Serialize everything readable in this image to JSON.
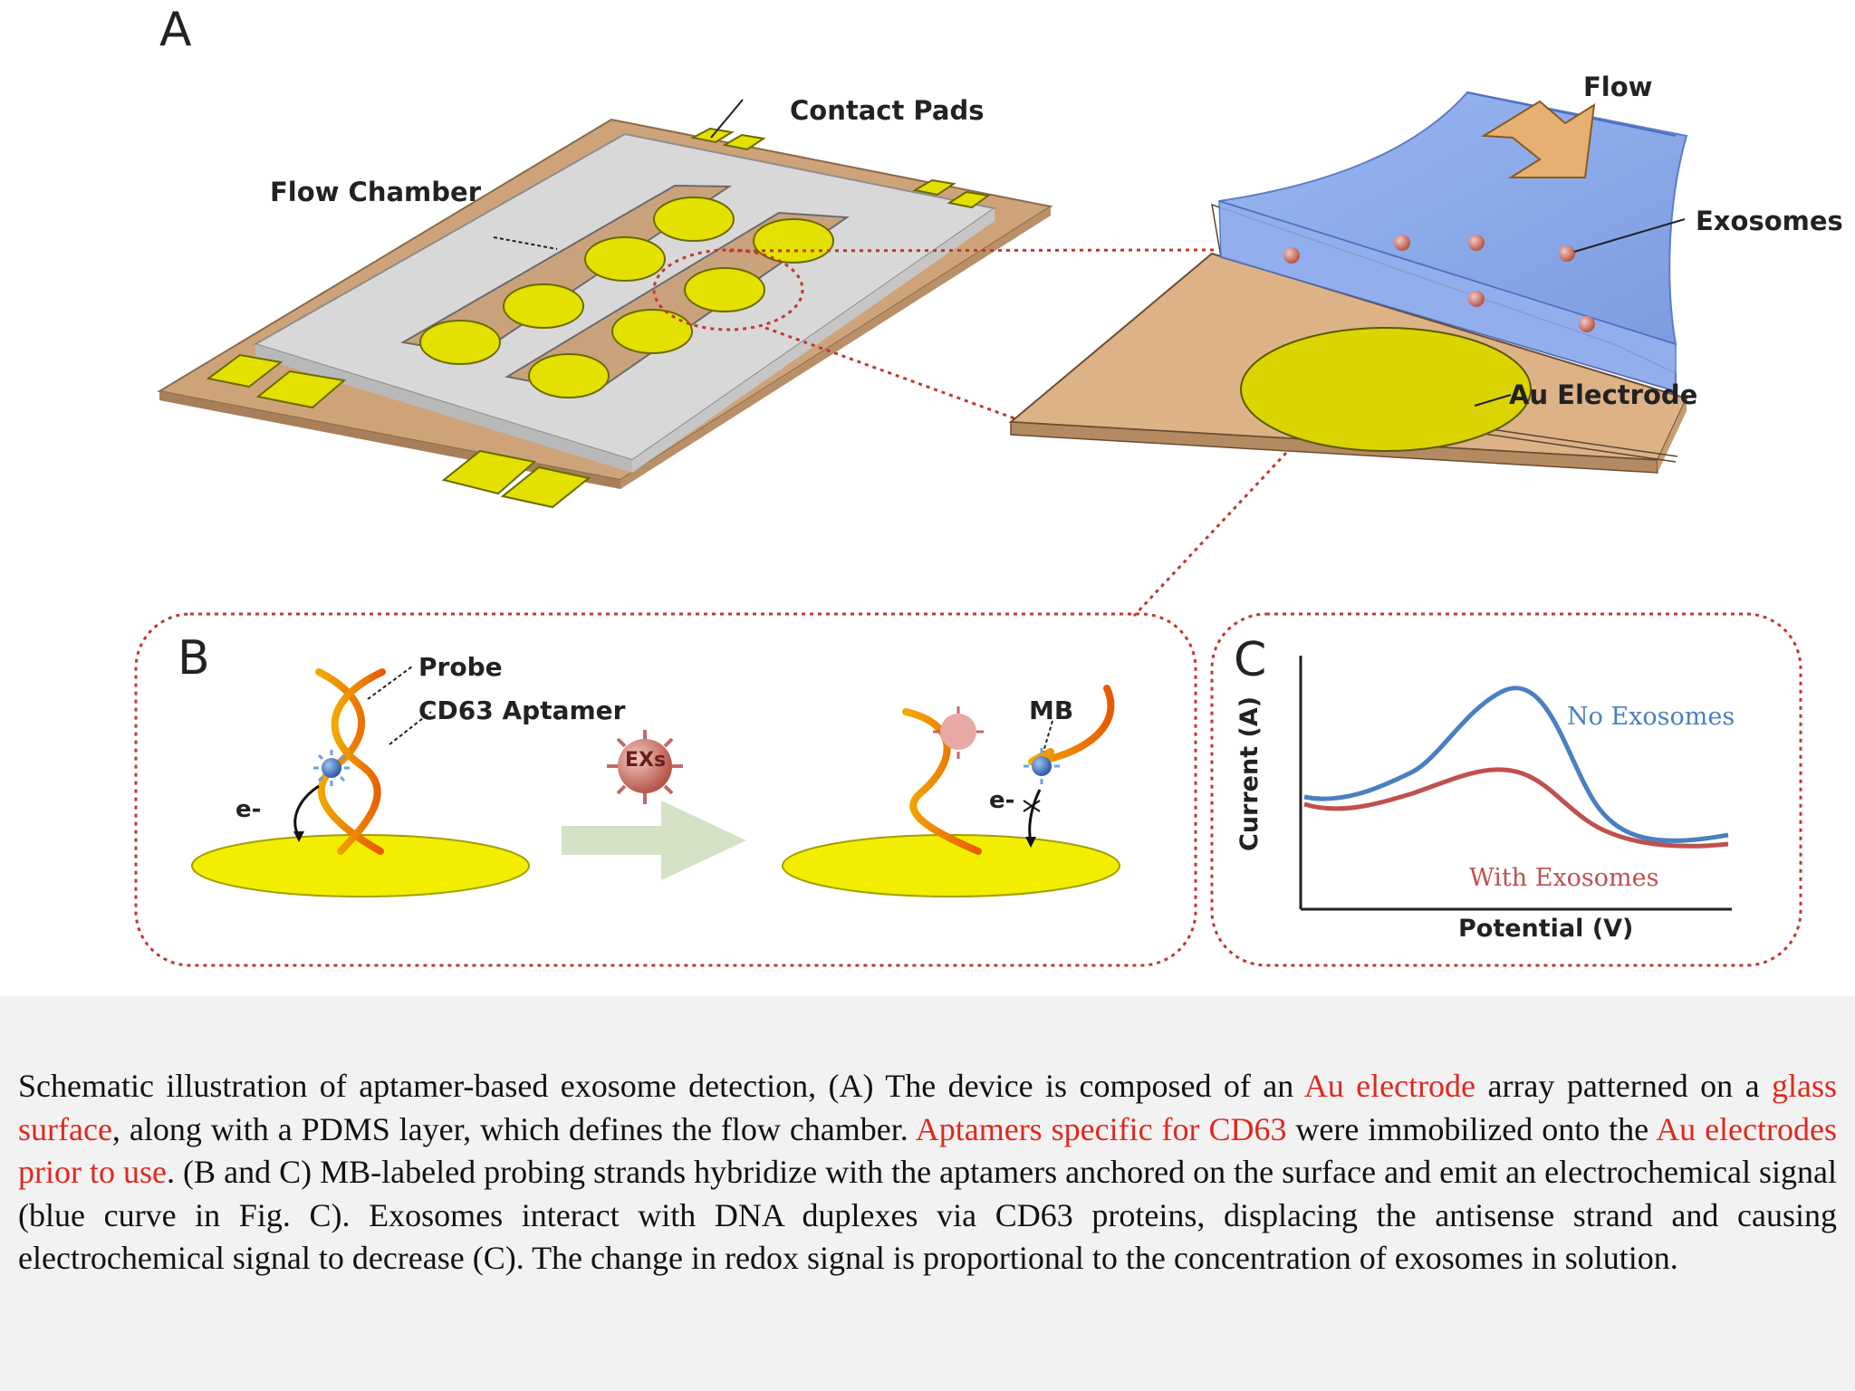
{
  "panels": {
    "a": {
      "letter": "A",
      "labels": {
        "contact_pads": "Contact Pads",
        "flow_chamber": "Flow Chamber",
        "flow": "Flow",
        "exosomes": "Exosomes",
        "au_electrode": "Au Electrode"
      }
    },
    "b": {
      "letter": "B",
      "labels": {
        "probe": "Probe",
        "cd63_aptamer": "CD63 Aptamer",
        "exs": "EXs",
        "mb": "MB",
        "electron_left": "e-",
        "electron_right": "e-"
      }
    },
    "c": {
      "letter": "C"
    }
  },
  "chart_data": {
    "type": "line",
    "xlabel": "Potential (V)",
    "ylabel": "Current (A)",
    "series": [
      {
        "name": "No Exosomes",
        "color": "#4a7fc1"
      },
      {
        "name": "With Exosomes",
        "color": "#c0504d"
      }
    ]
  },
  "caption": {
    "segments": [
      {
        "text": "Schematic illustration of aptamer-based exosome detection, (A) The device is composed of an ",
        "highlight": false
      },
      {
        "text": "Au electrode",
        "highlight": true
      },
      {
        "text": " array patterned on a ",
        "highlight": false
      },
      {
        "text": "glass surface",
        "highlight": true
      },
      {
        "text": ", along with a PDMS layer, which defines the flow chamber. ",
        "highlight": false
      },
      {
        "text": "Aptamers specific for CD63",
        "highlight": true
      },
      {
        "text": " were immobilized onto the ",
        "highlight": false
      },
      {
        "text": "Au electrodes prior to use",
        "highlight": true
      },
      {
        "text": ". (B and C) MB-labeled probing strands hybridize with the aptamers anchored on the surface and emit an electrochemical signal (blue curve in Fig. C). Exosomes interact with DNA duplexes via CD63 proteins, displacing the antisense strand and causing electrochemical signal to decrease (C). The change in redox signal is proportional to the concentration of exosomes in solution.",
        "highlight": false
      }
    ]
  },
  "colors": {
    "highlight": "#e0281e",
    "electrode_yellow": "#e4e000",
    "substrate_tan": "#d9ac80",
    "flow_blue": "#7f9fe6",
    "dotted_red": "#c0392b"
  }
}
